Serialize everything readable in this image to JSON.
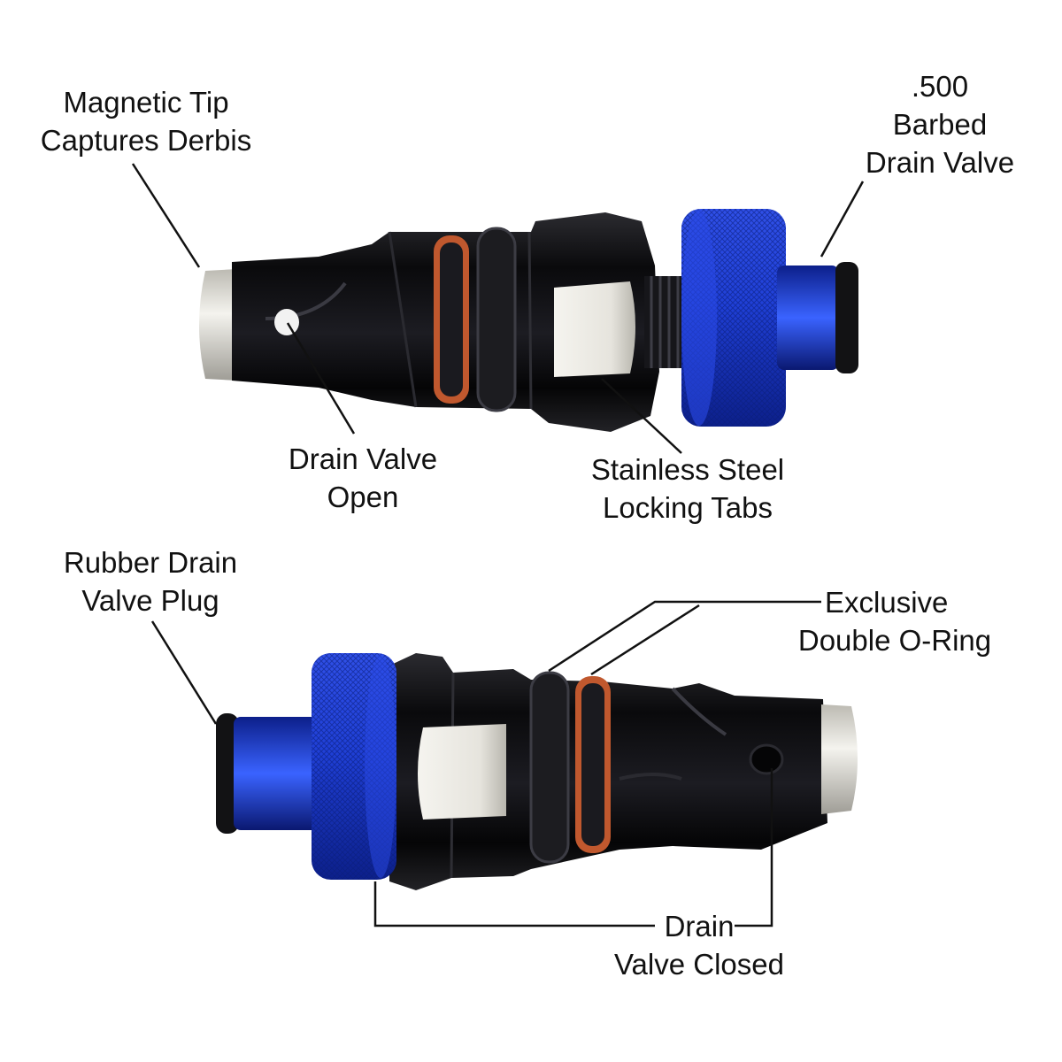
{
  "colors": {
    "background": "#ffffff",
    "anodized_blue": "#1f3fd6",
    "blue_dark": "#0c1f8a",
    "body_black": "#0d0d0f",
    "oring_orange": "#c0582e",
    "steel_silver": "#e8e6df",
    "leader_line": "#111111"
  },
  "labels": {
    "magnetic_tip": {
      "line1": "Magnetic Tip",
      "line2": "Captures Derbis"
    },
    "barbed_drain": {
      "line1": ".500",
      "line2": "Barbed",
      "line3": "Drain Valve"
    },
    "drain_open": {
      "line1": "Drain Valve",
      "line2": "Open"
    },
    "locking_tabs": {
      "line1": "Stainless Steel",
      "line2": "Locking Tabs"
    },
    "rubber_plug": {
      "line1": "Rubber Drain",
      "line2": "Valve Plug"
    },
    "double_oring": {
      "line1": "Exclusive",
      "line2": "Double O-Ring"
    },
    "drain_closed": {
      "line1": "Drain",
      "line2": "Valve Closed"
    }
  }
}
